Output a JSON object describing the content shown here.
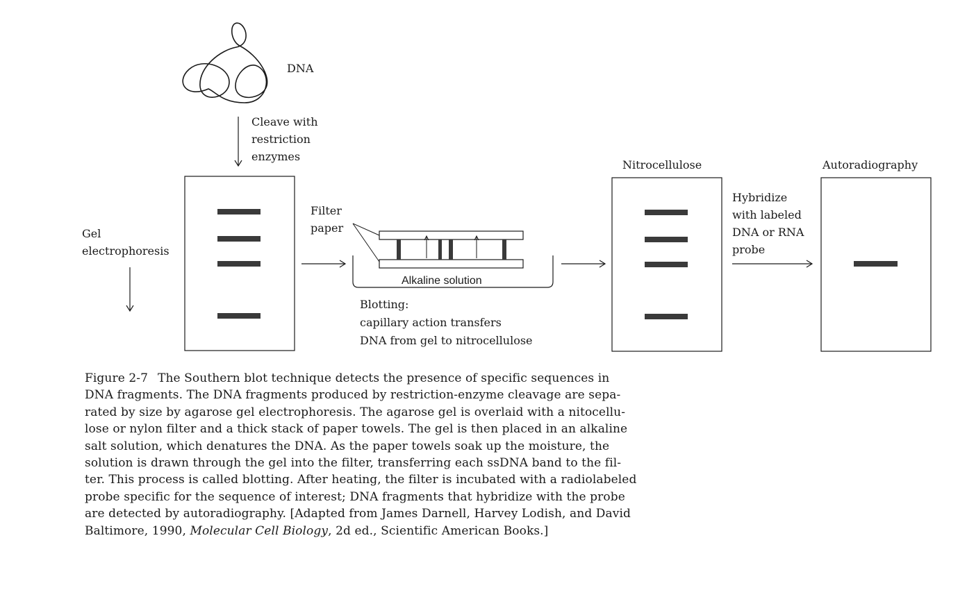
{
  "diagram": {
    "dna_label": "DNA",
    "cleave_lines": [
      "Cleave with",
      "restriction",
      "enzymes"
    ],
    "gel_lines": [
      "Gel",
      "electrophoresis"
    ],
    "filter_lines": [
      "Filter",
      "paper"
    ],
    "alkaline_label": "Alkaline solution",
    "blotting_lines": [
      "Blotting:",
      "capillary action transfers",
      "DNA from gel to nitrocellulose"
    ],
    "nitro_title": "Nitrocellulose",
    "hybridize_lines": [
      "Hybridize",
      "with labeled",
      "DNA or RNA",
      "probe"
    ],
    "auto_title": "Autoradiography",
    "colors": {
      "ink": "#1a1a1a",
      "band": "#3a3a3a",
      "paper": "#ffffff"
    }
  },
  "caption": {
    "figure_label": "Figure 2-7",
    "line1": "The Southern blot technique detects the presence of specific sequences in",
    "line2": "DNA fragments. The DNA fragments produced by restriction-enzyme cleavage are sepa-",
    "line3": "rated by size by agarose gel electrophoresis. The agarose gel is overlaid with a nitocellu-",
    "line4": "lose or nylon filter and a thick stack of paper towels. The gel is then placed in an alkaline",
    "line5": "salt solution, which denatures the DNA. As the paper towels soak up the moisture, the",
    "line6": "solution is drawn through the gel into the filter, transferring each ssDNA band to the fil-",
    "line7": "ter. This process is called blotting. After heating, the filter is incubated with a radiolabeled",
    "line8": "probe specific for the sequence of interest; DNA fragments that hybridize with the probe",
    "line9": "are detected by autoradiography. [Adapted from James Darnell, Harvey Lodish, and David",
    "line10_pre": "Baltimore, 1990, ",
    "line10_title": "Molecular Cell Biology",
    "line10_post": ", 2d ed., Scientific American Books.]"
  }
}
